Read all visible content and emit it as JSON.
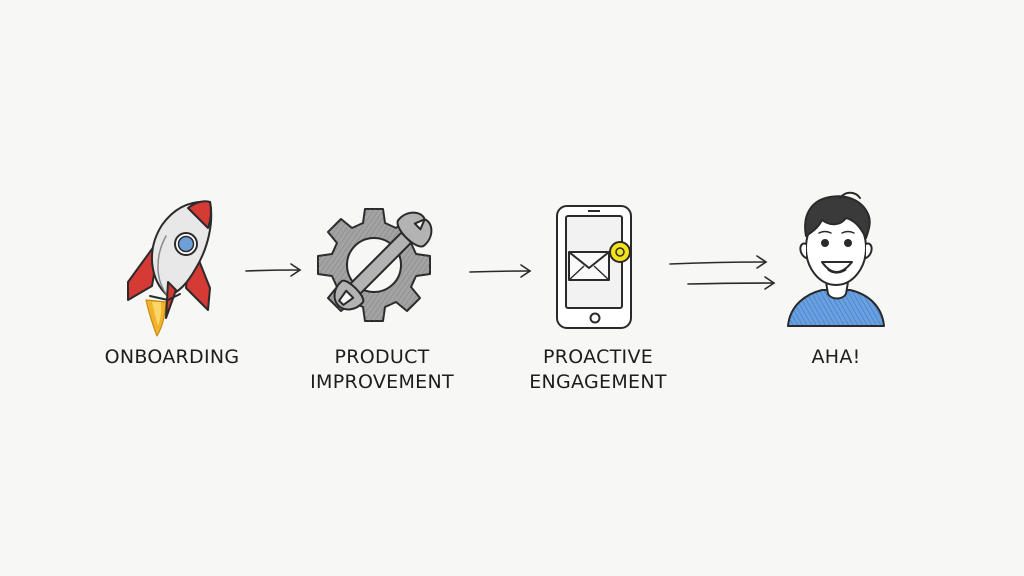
{
  "steps": [
    {
      "icon": "rocket-icon",
      "lines": [
        "ONBOARDING"
      ]
    },
    {
      "icon": "gear-wrench-icon",
      "lines": [
        "PRODUCT",
        "IMPROVEMENT"
      ]
    },
    {
      "icon": "phone-notification-icon",
      "lines": [
        "PROACTIVE",
        "ENGAGEMENT"
      ]
    },
    {
      "icon": "happy-person-icon",
      "lines": [
        "AHA!"
      ]
    }
  ],
  "colors": {
    "ink": "#2a2a2a",
    "rocket_red": "#d63a34",
    "rocket_window": "#6f9fd8",
    "flame": "#f2b32a",
    "gear_fill": "#9a9a9a",
    "notification_yellow": "#f4e21a",
    "shirt_blue": "#4f8fd8"
  }
}
